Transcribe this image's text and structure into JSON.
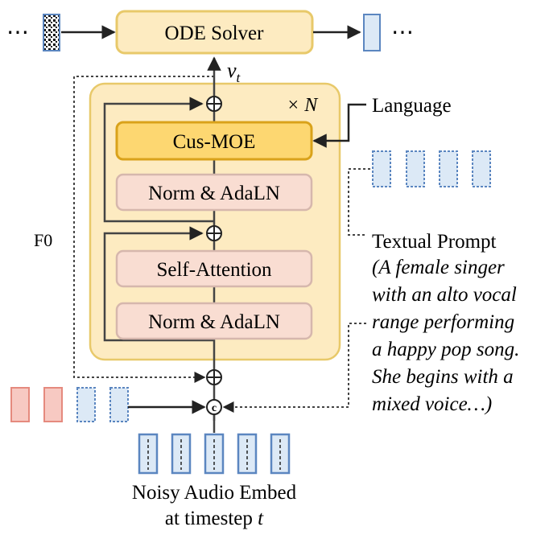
{
  "diagram": {
    "top": {
      "ellipsis_left": "⋯",
      "ellipsis_right": "⋯",
      "ode_solver": "ODE Solver"
    },
    "velocity_label": "v",
    "velocity_subscript": "t",
    "repeat_label": "× N",
    "block": {
      "cus_moe": "Cus-MOE",
      "norm_adaln_1": "Norm & AdaLN",
      "self_attention": "Self-Attention",
      "norm_adaln_2": "Norm & AdaLN"
    },
    "f0_label": "F0",
    "concat_symbol": "c",
    "language_label": "Language",
    "textual_prompt": {
      "title": "Textual Prompt",
      "lines": [
        "(A female singer",
        "with an alto vocal",
        "range performing",
        "a happy pop song.",
        "She begins with a",
        "mixed voice…)"
      ]
    },
    "bottom_label_line1": "Noisy Audio Embed",
    "bottom_label_line2": "at timestep",
    "bottom_label_var": "t",
    "colors": {
      "panel_fill": "#fdebc1",
      "panel_stroke": "#e8c96a",
      "moe_fill": "#fdd771",
      "moe_stroke": "#d9a21a",
      "pink_fill": "#f9ddd2",
      "pink_stroke": "#d6b7ad",
      "blue_fill": "#dce9f6",
      "blue_stroke": "#5b86c0",
      "red_fill": "#f7c9c2",
      "red_stroke": "#e58a7e"
    }
  }
}
